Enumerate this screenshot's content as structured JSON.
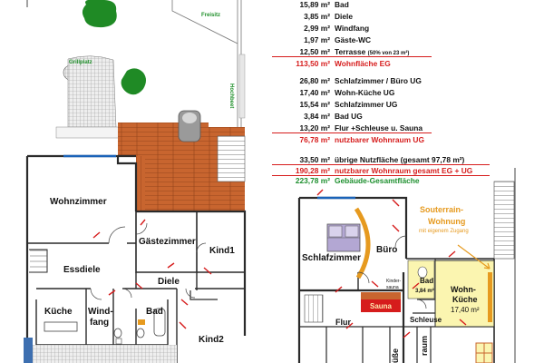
{
  "areas": {
    "eg": [
      {
        "value": "15,89 m²",
        "label": "Bad"
      },
      {
        "value": "3,85 m²",
        "label": "Diele"
      },
      {
        "value": "2,99 m²",
        "label": "Windfang"
      },
      {
        "value": "1,97 m²",
        "label": "Gäste-WC"
      },
      {
        "value": "12,50 m²",
        "label": "Terrasse",
        "note": "(50% von 23 m²)"
      }
    ],
    "eg_total": {
      "value": "113,50 m²",
      "label": "Wohnfläche EG"
    },
    "ug": [
      {
        "value": "26,80 m²",
        "label": "Schlafzimmer / Büro UG"
      },
      {
        "value": "17,40 m²",
        "label": "Wohn-Küche UG"
      },
      {
        "value": "15,54 m²",
        "label": "Schlafzimmer UG"
      },
      {
        "value": "3,84 m²",
        "label": "Bad UG"
      },
      {
        "value": "13,20 m²",
        "label": "Flur +Schleuse u. Sauna"
      }
    ],
    "ug_total": {
      "value": "76,78 m²",
      "label": "nutzbarer Wohnraum UG"
    },
    "other": {
      "value": "33,50 m²",
      "label": "übrige Nutzfläche (gesamt 97,78 m²)"
    },
    "grand_total": {
      "value": "190,28 m²",
      "label": "nutzbarer Wohnraum gesamt EG + UG"
    },
    "building_total": {
      "value": "223,78 m²",
      "label": "Gebäude-Gesamtfläche"
    }
  },
  "garden": {
    "freisitz": "Freisitz",
    "grillplatz": "Grillplatz",
    "hochbeet": "Hochbeet"
  },
  "eg_rooms": {
    "wohnzimmer": "Wohnzimmer",
    "gaestezimmer": "Gästezimmer",
    "kind1": "Kind1",
    "essdiele": "Essdiele",
    "diele": "Diele",
    "kueche": "Küche",
    "windfang_1": "Wind-",
    "windfang_2": "fang",
    "bad": "Bad",
    "kind2": "Kind2"
  },
  "ug_rooms": {
    "schlafzimmer": "Schlafzimmer",
    "buero": "Büro",
    "kinder_1": "Kinder-",
    "kinder_2": "sauna",
    "sauna": "Sauna",
    "bad": "Bad",
    "bad_area": "3,84 m²",
    "flur": "Flur",
    "schleuse": "Schleuse",
    "wohn_kueche_1": "Wohn-",
    "wohn_kueche_2": "Küche",
    "wohn_kueche_area": "17,40 m²",
    "raum": "raum",
    "duesse": "üße"
  },
  "souterrain": {
    "line1": "Souterrain-",
    "line2": "Wohnung",
    "line3": "mit eigenem Zugang"
  },
  "colors": {
    "red": "#d61c1c",
    "green": "#1d8f2e",
    "orange": "#e69a1f",
    "wood": "#c8652f",
    "wall": "#2a2a2a",
    "kitchen_fill": "#fbf5b0"
  }
}
